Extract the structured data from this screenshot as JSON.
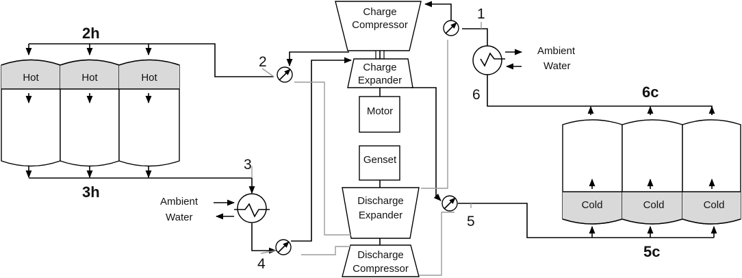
{
  "points": {
    "p1": "1",
    "p2": "2",
    "p3": "3",
    "p4": "4",
    "p5": "5",
    "p6": "6",
    "p2h": "2h",
    "p3h": "3h",
    "p5c": "5c",
    "p6c": "6c"
  },
  "machines": {
    "charge_compressor": [
      "Charge",
      "Compressor"
    ],
    "charge_expander": [
      "Charge",
      "Expander"
    ],
    "motor": "Motor",
    "genset": "Genset",
    "discharge_expander": [
      "Discharge",
      "Expander"
    ],
    "discharge_compressor": [
      "Discharge",
      "Compressor"
    ]
  },
  "tanks": {
    "hot": [
      "Hot",
      "Hot",
      "Hot"
    ],
    "cold": [
      "Cold",
      "Cold",
      "Cold"
    ]
  },
  "ambient": {
    "top": [
      "Ambient",
      "Water"
    ],
    "bottom": [
      "Ambient",
      "Water"
    ]
  }
}
